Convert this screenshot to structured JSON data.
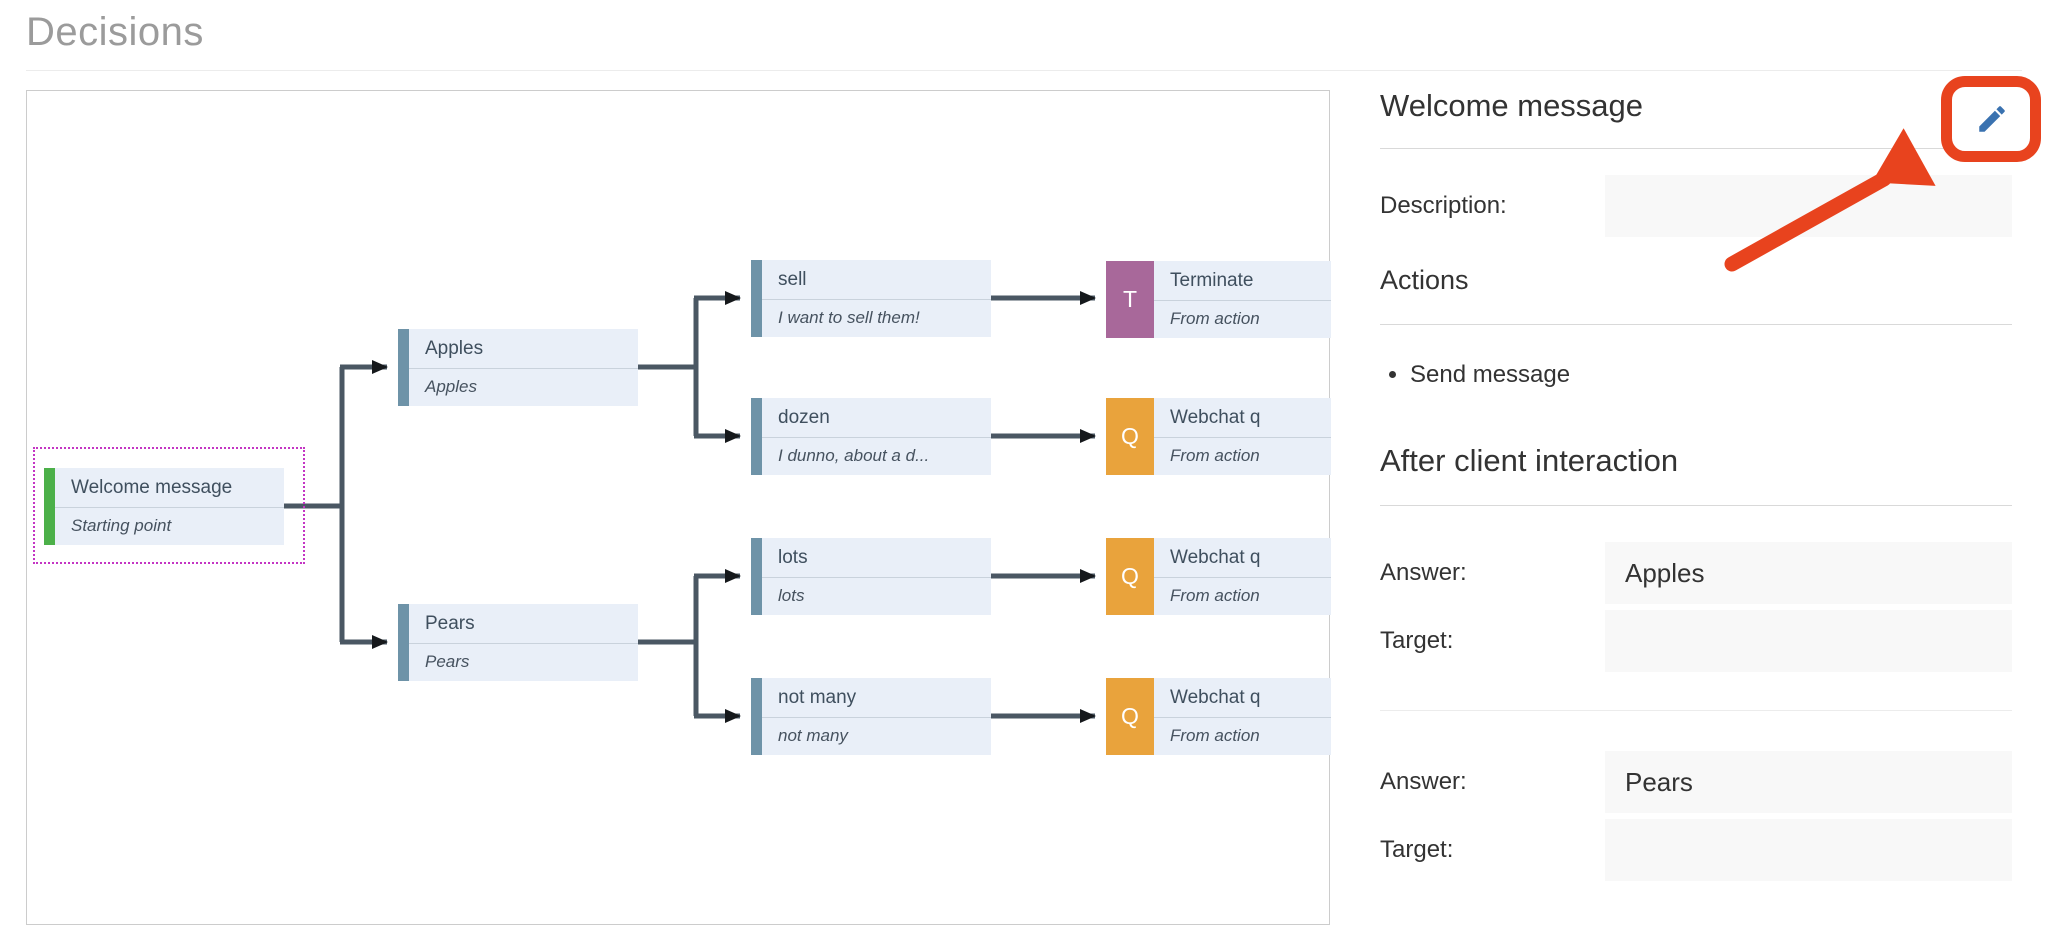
{
  "page": {
    "title": "Decisions"
  },
  "canvas": {
    "nodes": {
      "welcome": {
        "title": "Welcome message",
        "subtitle": "Starting point"
      },
      "apples": {
        "title": "Apples",
        "subtitle": "Apples"
      },
      "pears": {
        "title": "Pears",
        "subtitle": "Pears"
      },
      "sell": {
        "title": "sell",
        "subtitle": "I want to sell them!"
      },
      "dozen": {
        "title": "dozen",
        "subtitle": "I dunno, about a d..."
      },
      "lots": {
        "title": "lots",
        "subtitle": "lots"
      },
      "not_many": {
        "title": "not many",
        "subtitle": "not many"
      },
      "terminate": {
        "badge": "T",
        "title": "Terminate",
        "subtitle": "From action"
      },
      "webchat_1": {
        "badge": "Q",
        "title": "Webchat q",
        "subtitle": "From action"
      },
      "webchat_2": {
        "badge": "Q",
        "title": "Webchat q",
        "subtitle": "From action"
      },
      "webchat_3": {
        "badge": "Q",
        "title": "Webchat q",
        "subtitle": "From action"
      }
    },
    "colors": {
      "start_bar": "#4cb049",
      "answer_bar": "#6e93a8",
      "terminate_badge": "#a8689a",
      "question_badge": "#e9a33c",
      "connector": "#4a5763",
      "selection_border": "#c435c4",
      "node_body": "#e9eff8"
    }
  },
  "panel": {
    "title": "Welcome message",
    "edit_icon": "pencil-icon",
    "description_label": "Description:",
    "description_value": "",
    "actions_heading": "Actions",
    "actions": [
      "Send message"
    ],
    "after_heading": "After client interaction",
    "answer_label": "Answer:",
    "target_label": "Target:",
    "interactions": [
      {
        "answer": "Apples",
        "target": ""
      },
      {
        "answer": "Pears",
        "target": ""
      }
    ]
  },
  "annotation": {
    "color": "#e8431e",
    "shape": "ring-and-arrow",
    "points_to": "edit-button"
  }
}
